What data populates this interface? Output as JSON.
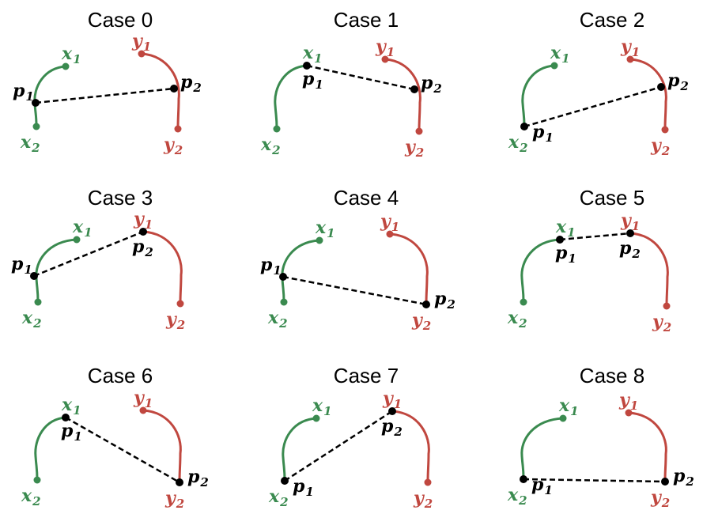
{
  "colors": {
    "green": "#3a8a4f",
    "red": "#c0473f",
    "black": "#000000"
  },
  "cases": [
    {
      "title": "Case 0",
      "p1_on": "mid_x",
      "p2_on": "mid_y"
    },
    {
      "title": "Case 1",
      "p1_on": "x1",
      "p2_on": "mid_y"
    },
    {
      "title": "Case 2",
      "p1_on": "x2",
      "p2_on": "mid_y"
    },
    {
      "title": "Case 3",
      "p1_on": "mid_x",
      "p2_on": "y1"
    },
    {
      "title": "Case 4",
      "p1_on": "mid_x",
      "p2_on": "y2"
    },
    {
      "title": "Case 5",
      "p1_on": "x1",
      "p2_on": "y1"
    },
    {
      "title": "Case 6",
      "p1_on": "x1",
      "p2_on": "y2"
    },
    {
      "title": "Case 7",
      "p1_on": "x2",
      "p2_on": "y1"
    },
    {
      "title": "Case 8",
      "p1_on": "x2",
      "p2_on": "y2"
    }
  ],
  "labels": {
    "x1": {
      "letter": "x",
      "sub": "1"
    },
    "x2": {
      "letter": "x",
      "sub": "2"
    },
    "y1": {
      "letter": "y",
      "sub": "1"
    },
    "y2": {
      "letter": "y",
      "sub": "2"
    },
    "p1": {
      "letter": "p",
      "sub": "1"
    },
    "p2": {
      "letter": "p",
      "sub": "2"
    }
  }
}
